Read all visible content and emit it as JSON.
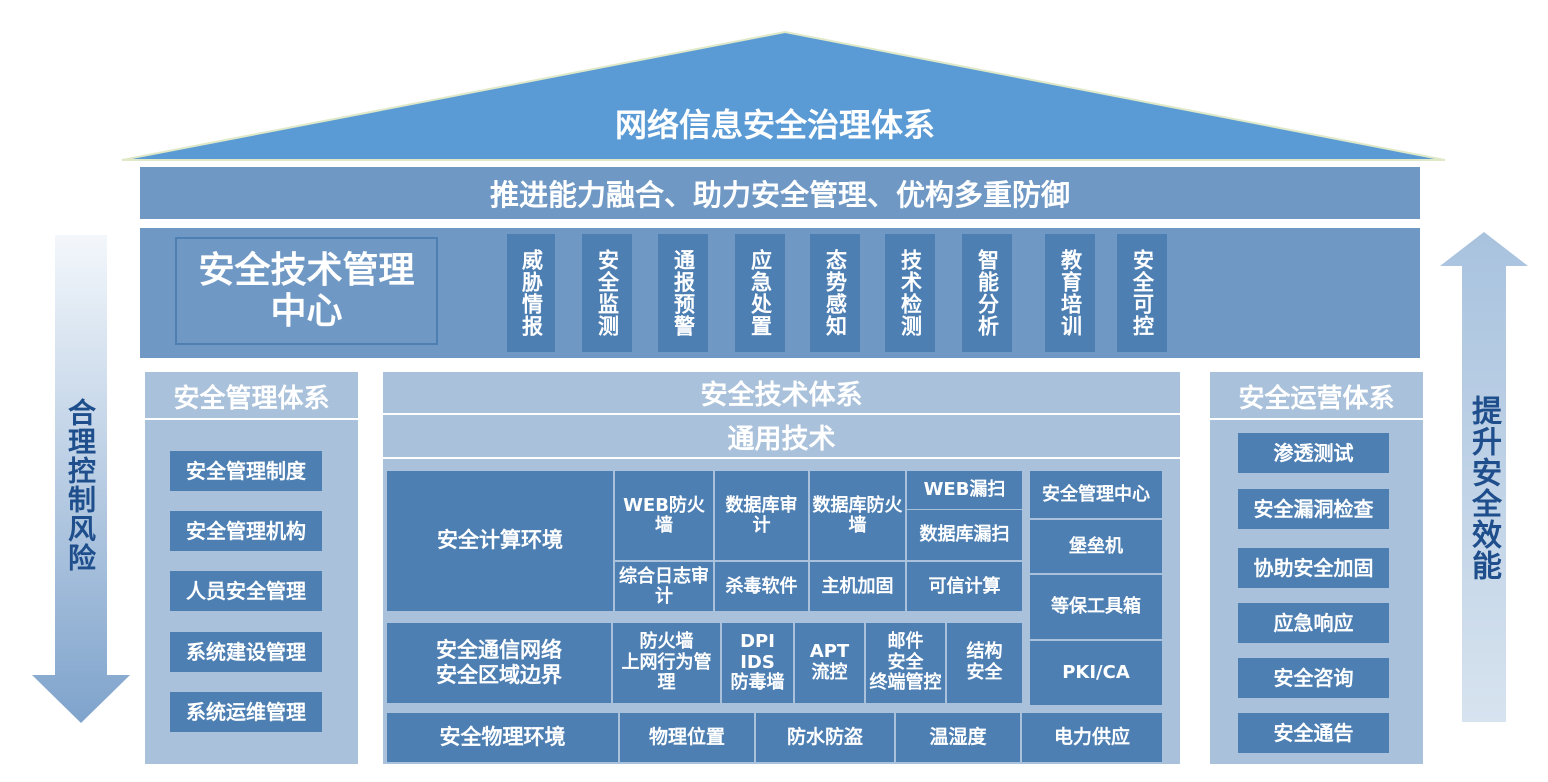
{
  "roof": {
    "title": "网络信息安全治理体系"
  },
  "banner": {
    "text": "推进能力融合、助力安全管理、优构多重防御"
  },
  "center": {
    "title": "安全技术管理中心",
    "items": [
      "威胁情报",
      "安全监测",
      "通报预警",
      "应急处置",
      "态势感知",
      "技术检测",
      "智能分析",
      "教育培训",
      "安全可控"
    ]
  },
  "left_arrow": {
    "text": "合理控制风险"
  },
  "right_arrow": {
    "text": "提升安全效能"
  },
  "management": {
    "title": "安全管理体系",
    "items": [
      "安全管理制度",
      "安全管理机构",
      "人员安全管理",
      "系统建设管理",
      "系统运维管理"
    ]
  },
  "technology": {
    "title": "安全技术体系",
    "subtitle": "通用技术",
    "computing": {
      "label": "安全计算环境",
      "cells": [
        "WEB防火墙",
        "数据库审计",
        "数据库防火墙",
        "WEB漏扫",
        "数据库漏扫",
        "综合日志审计",
        "杀毒软件",
        "主机加固",
        "可信计算"
      ]
    },
    "network": {
      "label_line1": "安全通信网络",
      "label_line2": "安全区域边界",
      "cells": [
        "防火墙\n上网行为管理",
        "DPI\nIDS\n防毒墙",
        "APT\n流控",
        "邮件\n安全\n终端管控",
        "结构\n安全"
      ]
    },
    "physical": {
      "label": "安全物理环境",
      "cells": [
        "物理位置",
        "防水防盗",
        "温湿度",
        "电力供应"
      ]
    },
    "side": [
      "安全管理中心",
      "堡垒机",
      "等保工具箱",
      "PKI/CA"
    ]
  },
  "operations": {
    "title": "安全运营体系",
    "items": [
      "渗透测试",
      "安全漏洞检查",
      "协助安全加固",
      "应急响应",
      "安全咨询",
      "安全通告"
    ]
  },
  "colors": {
    "roof": "#5b9bd5",
    "banner": "#6f99c4",
    "cell": "#4d7fb3",
    "light": "#a9c1da"
  }
}
